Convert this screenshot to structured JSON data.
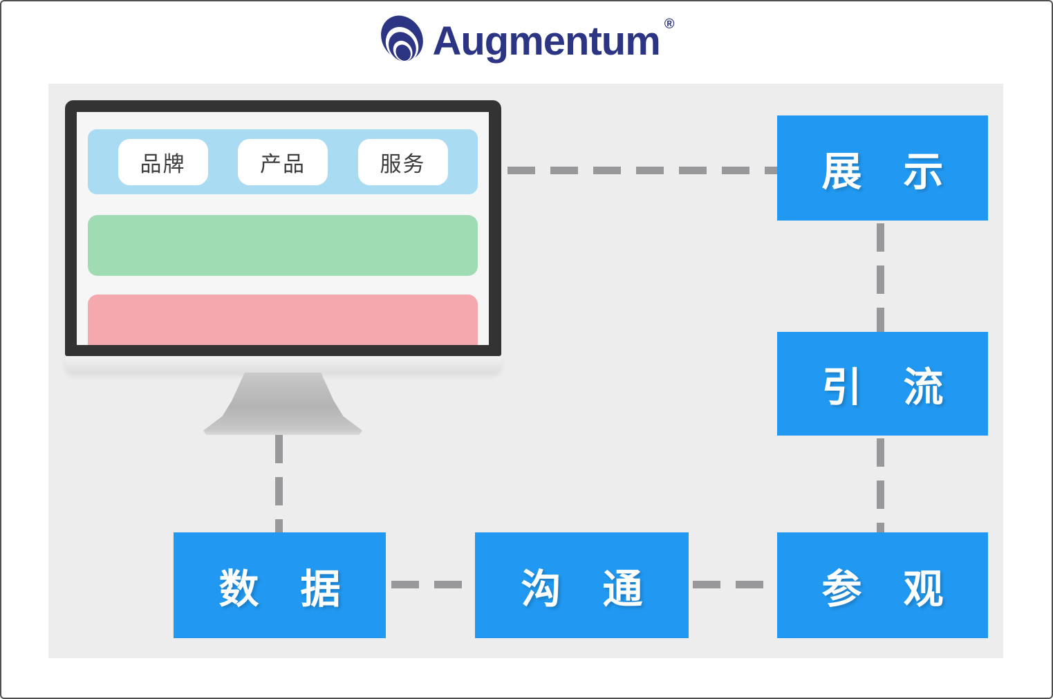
{
  "logo": {
    "brand": "Augmentum",
    "registered_mark": "®",
    "icon": "augmentum-swirl-icon",
    "color": "#2B3583"
  },
  "monitor": {
    "tabs": [
      {
        "label": "品牌"
      },
      {
        "label": "产品"
      },
      {
        "label": "服务"
      }
    ],
    "content_bars": [
      {
        "name": "green-content-bar",
        "color": "#9FDCB4"
      },
      {
        "name": "pink-content-bar",
        "color": "#F4A9AF"
      }
    ],
    "navbar_color": "#A9DBF2",
    "frame_color": "#333333"
  },
  "diagram": {
    "nodes": [
      {
        "id": "zhanshi",
        "label": "展 示"
      },
      {
        "id": "yinliu",
        "label": "引 流"
      },
      {
        "id": "canguan",
        "label": "参 观"
      },
      {
        "id": "goutong",
        "label": "沟 通"
      },
      {
        "id": "shuju",
        "label": "数 据"
      }
    ],
    "links": [
      {
        "from": "website-monitor",
        "to": "zhanshi",
        "style": "dashed"
      },
      {
        "from": "zhanshi",
        "to": "yinliu",
        "style": "dashed"
      },
      {
        "from": "yinliu",
        "to": "canguan",
        "style": "dashed"
      },
      {
        "from": "canguan",
        "to": "goutong",
        "style": "dashed"
      },
      {
        "from": "goutong",
        "to": "shuju",
        "style": "dashed"
      },
      {
        "from": "shuju",
        "to": "website-monitor",
        "style": "dashed"
      }
    ],
    "node_color": "#2199F2",
    "node_text_color": "#FFFFFF",
    "connector_color": "#98989A",
    "panel_color": "#EDEDEE"
  }
}
